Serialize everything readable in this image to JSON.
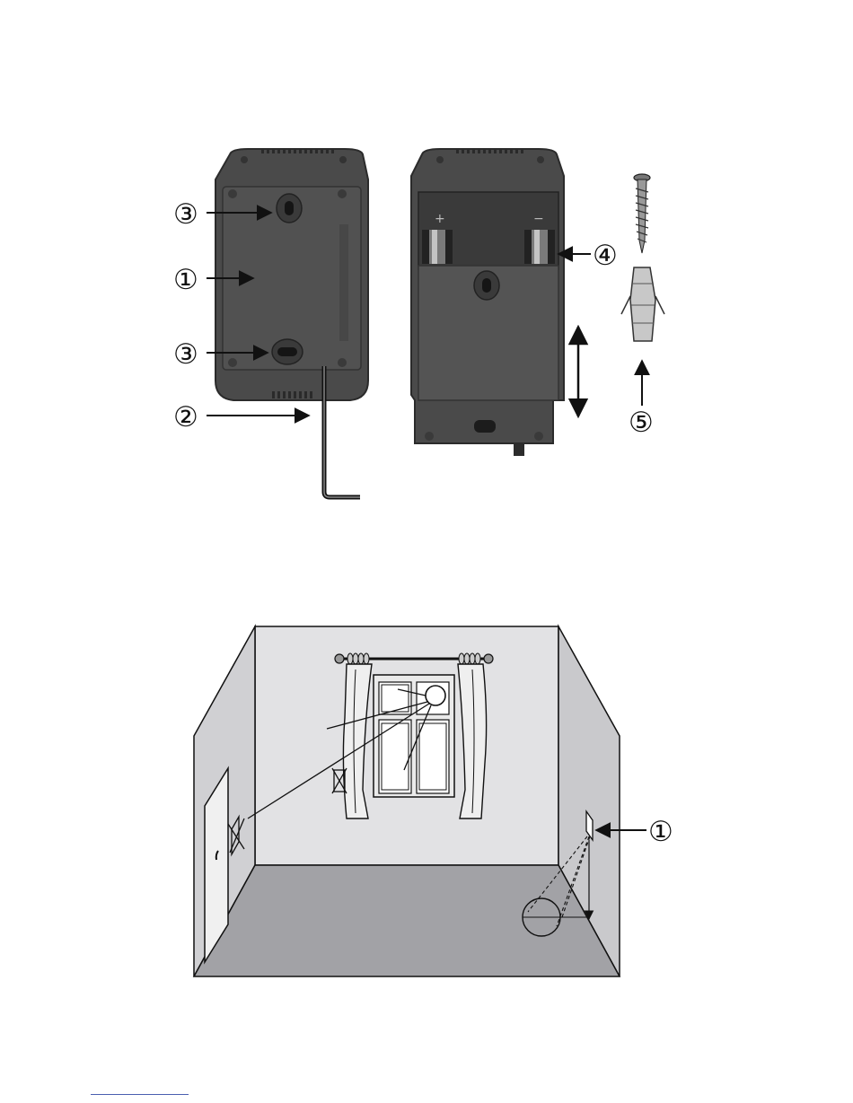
{
  "figure_1": {
    "callouts": {
      "rear_cover": "①",
      "hex_key": "②",
      "keyhole_slot": "③",
      "battery": "④",
      "screw_and_plug": "⑤"
    },
    "battery_marks": {
      "plus": "+",
      "minus": "−"
    }
  },
  "figure_2": {
    "callouts": {
      "device_position": "①"
    }
  },
  "colors": {
    "device_body": "#4a4a4a",
    "device_dark": "#2c2c2c",
    "wall_light": "#e2e2e4",
    "wall_side": "#c9c9cc",
    "floor": "#a2a2a6",
    "outline": "#111111",
    "footer_rule": "#4a5fb0"
  }
}
